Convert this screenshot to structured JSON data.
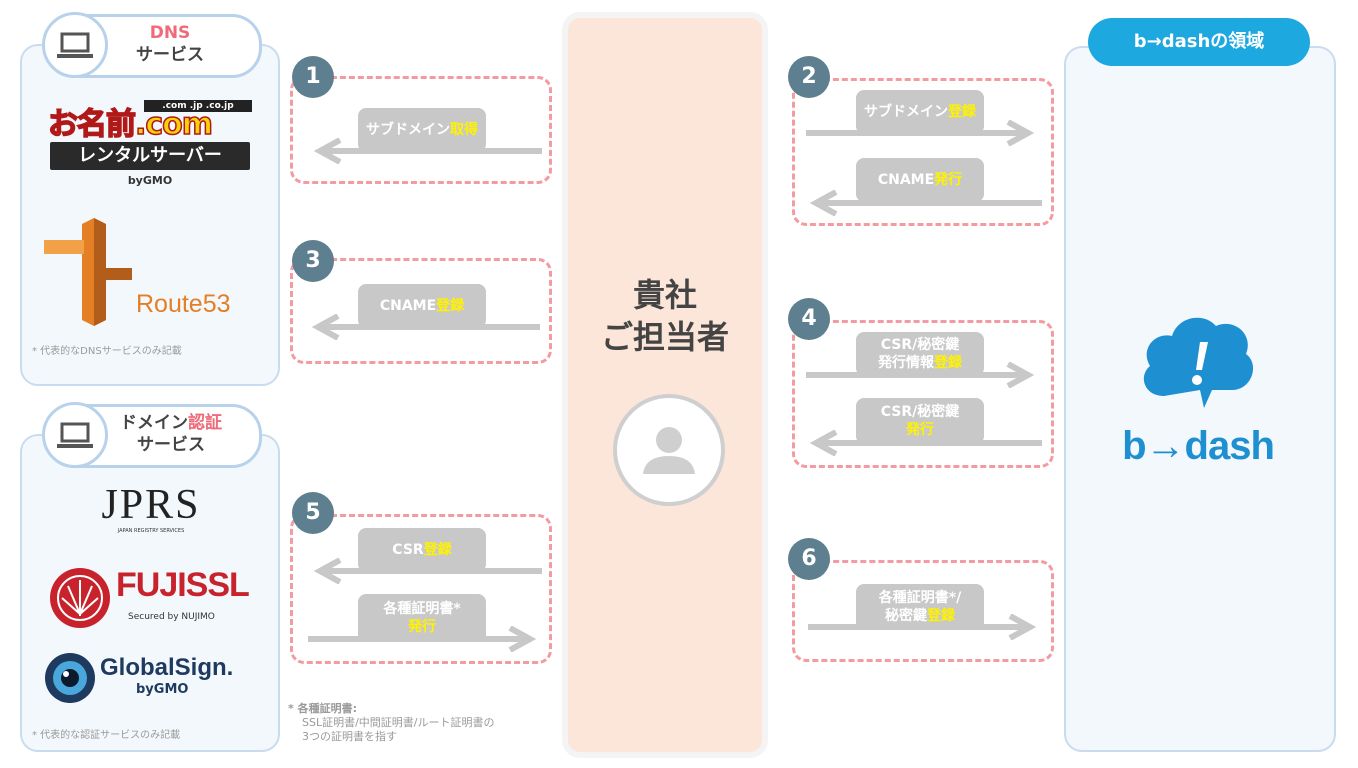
{
  "dns": {
    "title_line1": "DNS",
    "title_line2": "サービス",
    "logo_onamae_top": "お名前.com",
    "logo_onamae_domains": ".com .jp .co.jp",
    "logo_onamae_sub": "レンタルサーバー",
    "logo_onamae_by": "byGMO",
    "logo_route53": "Route53",
    "note": "* 代表的なDNSサービスのみ記載"
  },
  "auth": {
    "title_line1_a": "ドメイン",
    "title_line1_b": "認証",
    "title_line2": "サービス",
    "logo_jprs": "JPRS",
    "logo_jprs_sub": "JAPAN REGISTRY SERVICES",
    "logo_fujissl": "FUJISSL",
    "logo_fujissl_sub": "Secured by NUJIMO",
    "logo_globalsign": "GlobalSign.",
    "logo_globalsign_by": "byGMO",
    "note": "* 代表的な認証サービスのみ記載"
  },
  "steps": {
    "s1": {
      "num": "1",
      "label_a": "サブドメイン",
      "label_b": "取得"
    },
    "s3": {
      "num": "3",
      "label_a": "CNAME",
      "label_b": "登録"
    },
    "s5": {
      "num": "5",
      "label1_a": "CSR",
      "label1_b": "登録",
      "label2_a": "各種証明書*",
      "label2_b": "発行"
    },
    "s2": {
      "num": "2",
      "label1_a": "サブドメイン",
      "label1_b": "登録",
      "label2_a": "CNAME",
      "label2_b": "発行"
    },
    "s4": {
      "num": "4",
      "label1_a": "CSR/秘密鍵",
      "label1_b1": "発行情報",
      "label1_b2": "登録",
      "label2_a": "CSR/秘密鍵",
      "label2_b": "発行"
    },
    "s6": {
      "num": "6",
      "label_a": "各種証明書*/",
      "label_b1": "秘密鍵",
      "label_b2": "登録"
    }
  },
  "footnote": {
    "title": "* 各種証明書:",
    "line1": "SSL証明書/中間証明書/ルート証明書の",
    "line2": "3つの証明書を指す"
  },
  "center": {
    "line1": "貴社",
    "line2": "ご担当者"
  },
  "bdash": {
    "pill": "b→dashの領域",
    "logo": "b→dash"
  },
  "colors": {
    "accent_red": "#f06b7a",
    "accent_yellow": "#fff200",
    "bdash_blue": "#1ea8e0",
    "panel_border": "#c9dcef",
    "dash_red": "#f49aa1"
  }
}
